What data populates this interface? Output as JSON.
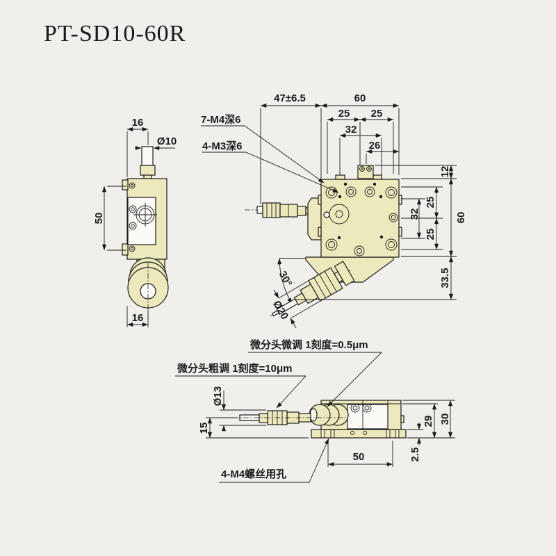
{
  "title": "PT-SD10-60R",
  "colors": {
    "background": "#f0efec",
    "body_fill": "#ece9bc",
    "white_fill": "#fbfaf7",
    "line": "#1b1b1b"
  },
  "side_view": {
    "dim_width_top": "16",
    "dim_knob_dia": "Ø10",
    "dim_height": "50",
    "dim_width_bottom": "16"
  },
  "plan_view": {
    "label_m4_holes": "7-M4深6",
    "label_m3_holes": "4-M3深6",
    "dim_travel": "47±6.5",
    "dim_width": "60",
    "dim_left_half": "25",
    "dim_right_half": "25",
    "dim_hole_span_top": "32",
    "dim_knob_offset": "26",
    "dim_knob_height": "12",
    "dim_hole_upper": "25",
    "dim_hole_span_right": "32",
    "dim_hole_lower": "25",
    "dim_height": "60",
    "dim_lower_ext": "33.5",
    "dim_angle": "30°",
    "dim_mic_dia": "Ø20"
  },
  "front_view": {
    "label_fine": "微分头微调 1刻度=0.5μm",
    "label_coarse": "微分头粗调 1刻度=10μm",
    "label_screw_holes": "4-M4螺丝用孔",
    "dim_mic_dia": "Ø13",
    "dim_axis_height": "15",
    "dim_body_height": "29",
    "dim_total_height": "30",
    "dim_base_span": "50",
    "dim_base_thickness": "2.5"
  }
}
